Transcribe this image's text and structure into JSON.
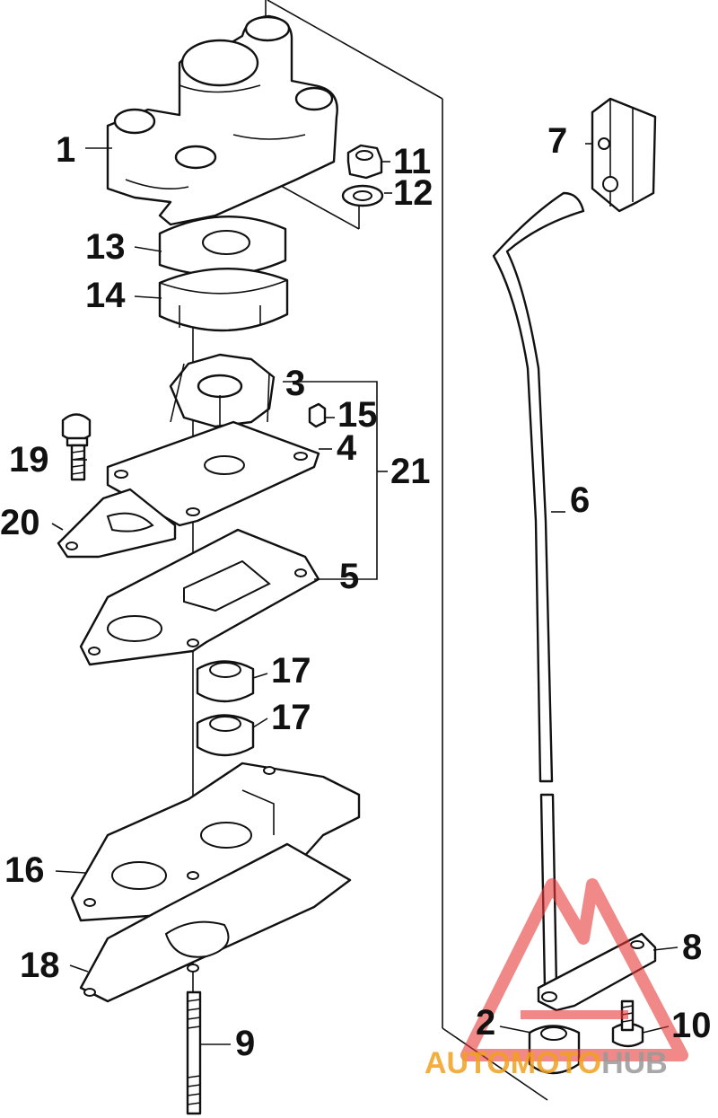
{
  "callouts": [
    {
      "id": "1",
      "text": "1"
    },
    {
      "id": "2",
      "text": "2"
    },
    {
      "id": "3",
      "text": "3"
    },
    {
      "id": "4",
      "text": "4"
    },
    {
      "id": "5",
      "text": "5"
    },
    {
      "id": "6",
      "text": "6"
    },
    {
      "id": "7",
      "text": "7"
    },
    {
      "id": "8",
      "text": "8"
    },
    {
      "id": "9",
      "text": "9"
    },
    {
      "id": "10",
      "text": "10"
    },
    {
      "id": "11",
      "text": "11"
    },
    {
      "id": "12",
      "text": "12"
    },
    {
      "id": "13",
      "text": "13"
    },
    {
      "id": "14",
      "text": "14"
    },
    {
      "id": "15",
      "text": "15"
    },
    {
      "id": "16",
      "text": "16"
    },
    {
      "id": "17a",
      "text": "17"
    },
    {
      "id": "17b",
      "text": "17"
    },
    {
      "id": "18",
      "text": "18"
    },
    {
      "id": "19",
      "text": "19"
    },
    {
      "id": "20",
      "text": "20"
    },
    {
      "id": "21",
      "text": "21"
    }
  ],
  "watermark": {
    "part1": "AUTOMOTO",
    "part2": "HUB",
    "color_primary": "#f0a11e",
    "color_secondary": "#9a9a9a",
    "logo_color": "#e83a3a"
  },
  "colors": {
    "line": "#111111",
    "background": "#ffffff"
  }
}
